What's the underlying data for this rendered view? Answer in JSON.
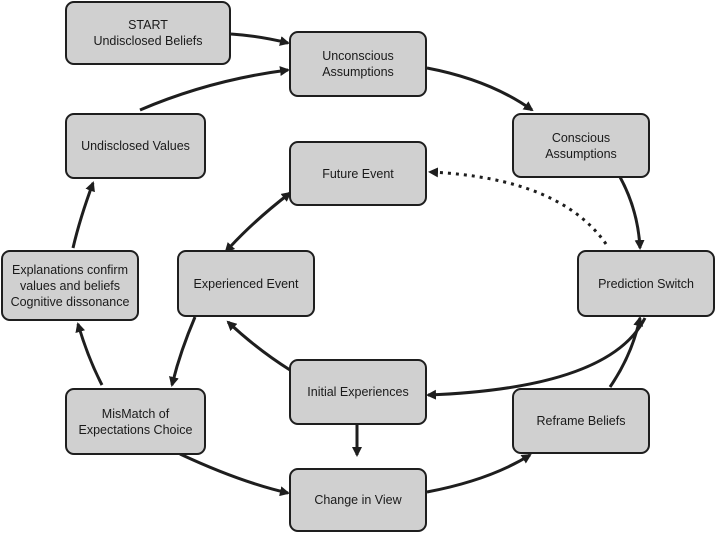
{
  "colors": {
    "node_fill": "#d0d0d0",
    "node_border": "#1e1e1e",
    "arrow": "#1e1e1e"
  },
  "nodes": {
    "start": {
      "lines": [
        "START",
        "Undisclosed Beliefs"
      ]
    },
    "unconscious_assumptions": {
      "lines": [
        "Unconscious",
        "Assumptions"
      ]
    },
    "conscious_assumptions": {
      "lines": [
        "Conscious",
        "Assumptions"
      ]
    },
    "undisclosed_values": {
      "lines": [
        "Undisclosed Values"
      ]
    },
    "future_event": {
      "lines": [
        "Future Event"
      ]
    },
    "explanations": {
      "lines": [
        "Explanations confirm",
        "values and beliefs",
        "Cognitive dissonance"
      ]
    },
    "experienced_event": {
      "lines": [
        "Experienced Event"
      ]
    },
    "prediction_switch": {
      "lines": [
        "Prediction Switch"
      ]
    },
    "initial_experiences": {
      "lines": [
        "Initial Experiences"
      ]
    },
    "mismatch": {
      "lines": [
        "MisMatch of",
        "Expectations Choice"
      ]
    },
    "reframe_beliefs": {
      "lines": [
        "Reframe Beliefs"
      ]
    },
    "change_in_view": {
      "lines": [
        "Change in View"
      ]
    }
  }
}
